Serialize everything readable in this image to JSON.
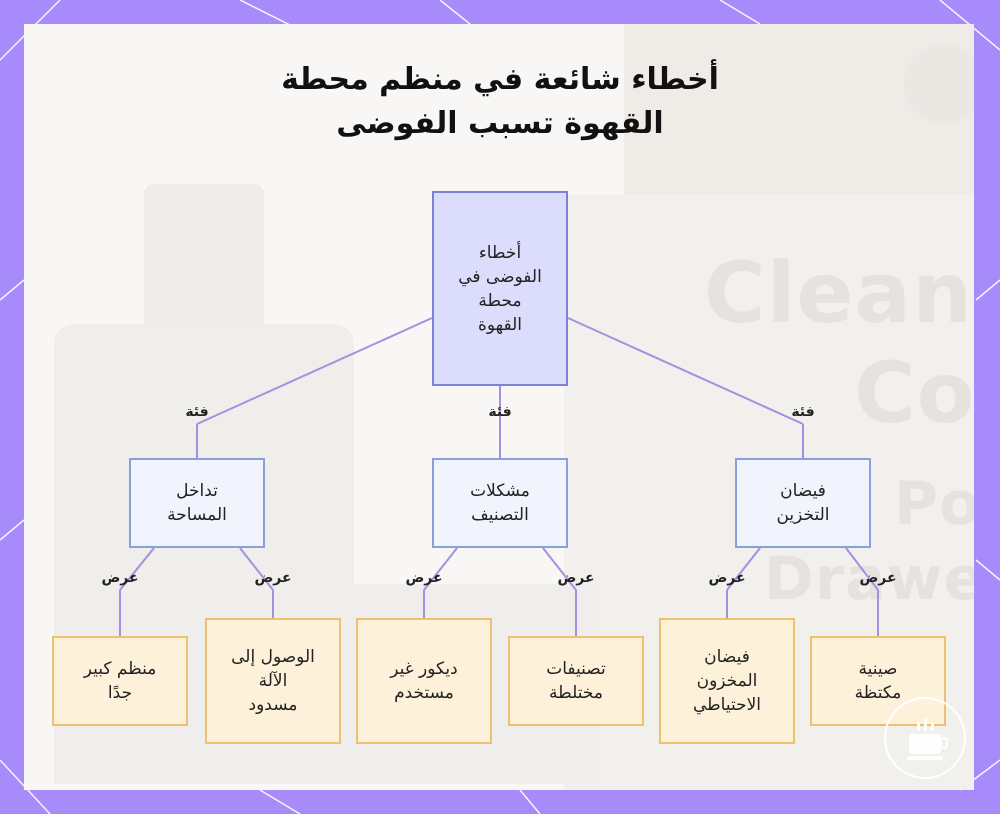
{
  "title_line1": "أخطاء شائعة في منظم محطة",
  "title_line2": "القهوة تسبب الفوضى",
  "background_words": [
    "Cleane",
    "Co",
    "Po",
    "Drawers"
  ],
  "colors": {
    "frame": "#a78bfa",
    "root_fill": "#dcdcfc",
    "root_border": "#7b83d8",
    "category_fill": "#f2f4fd",
    "category_border": "#8aa0dc",
    "leaf_fill": "#fdf1da",
    "leaf_border": "#eec172",
    "edge": "#a58fe0"
  },
  "diagram": {
    "root": "أخطاء\nالفوضى في\nمحطة\nالقهوة",
    "category_edge_label": "فئة",
    "display_edge_label": "عرض",
    "categories": [
      {
        "label": "تداخل\nالمساحة",
        "children": [
          "الوصول إلى\nالآلة\nمسدود",
          "منظم كبير\nجدًا"
        ]
      },
      {
        "label": "مشكلات\nالتصنيف",
        "children": [
          "تصنيفات\nمختلطة",
          "ديكور غير\nمستخدم"
        ]
      },
      {
        "label": "فيضان\nالتخزين",
        "children": [
          "صينية\nمكتظة",
          "فيضان\nالمخزون\nالاحتياطي"
        ]
      }
    ]
  },
  "logo_icon": "coffee-cup-icon"
}
